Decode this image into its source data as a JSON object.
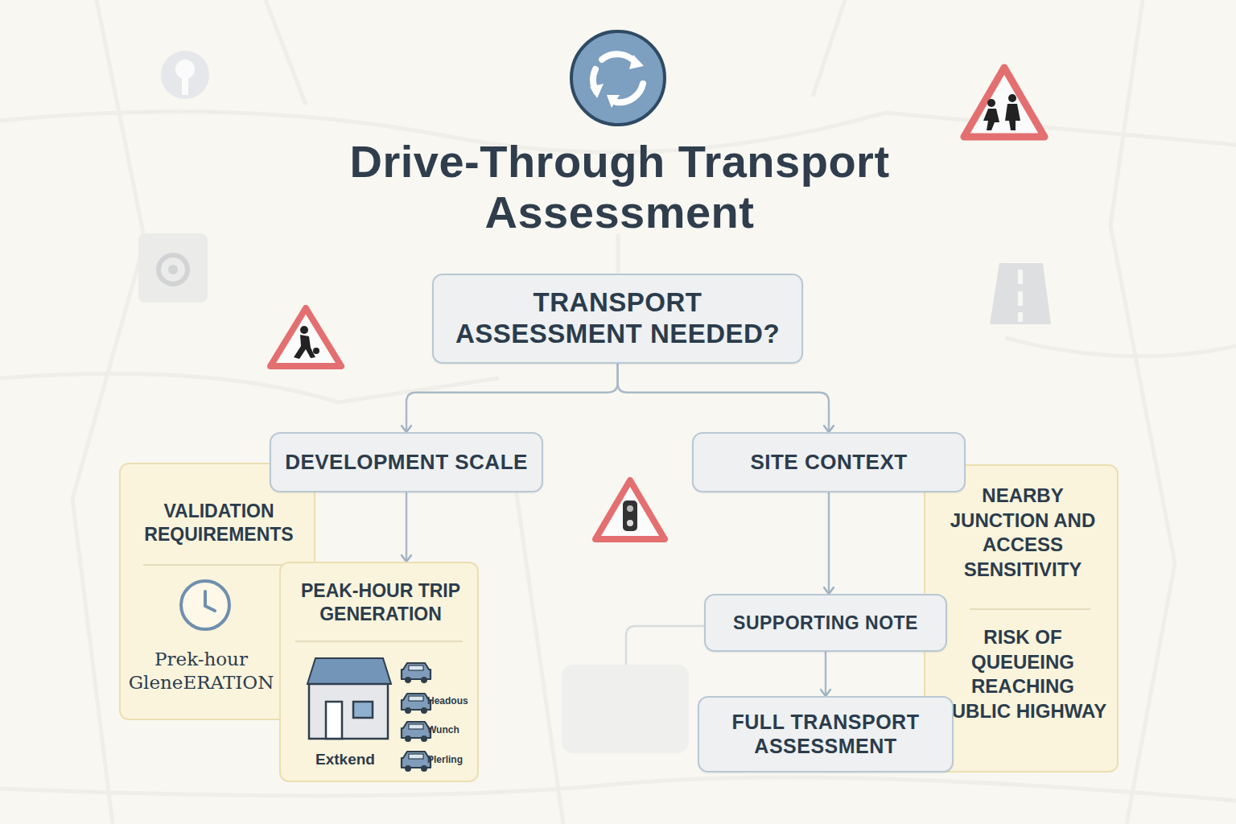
{
  "diagram": {
    "title": "Drive-Through Transport Assessment",
    "nodes": [
      {
        "text": [
          "TRANSPORT ASSESSMENT NEEDED?"
        ]
      },
      {
        "text": [
          "DEVELOPMENT SCALE"
        ]
      },
      {
        "text": [
          "SITE CONTEXT"
        ]
      },
      {
        "text": [
          "VALIDATION REQUIREMENTS",
          "Prek-hour GleneERATION"
        ]
      },
      {
        "text": [
          "PEAK-HOUR TRIP GENERATION",
          "Extkend",
          "Headous",
          "Wunch",
          "Plerling"
        ]
      },
      {
        "text": [
          "NEARBY JUNCTION AND ACCESS SENSITIVITY",
          "RISK OF QUEUEING REACHING PUBLIC HIGHWAY"
        ]
      },
      {
        "text": [
          "SUPPORTING NOTE"
        ]
      },
      {
        "text": [
          "FULL TRANSPORT ASSESSMENT"
        ]
      }
    ],
    "edges": [
      {
        "from": 0,
        "to": 1,
        "arrow": "to"
      },
      {
        "from": 0,
        "to": 2,
        "arrow": "to"
      },
      {
        "from": 1,
        "to": 4,
        "arrow": "to"
      },
      {
        "from": 2,
        "to": 6,
        "arrow": "to"
      },
      {
        "from": 6,
        "to": 7,
        "arrow": "to"
      }
    ]
  }
}
